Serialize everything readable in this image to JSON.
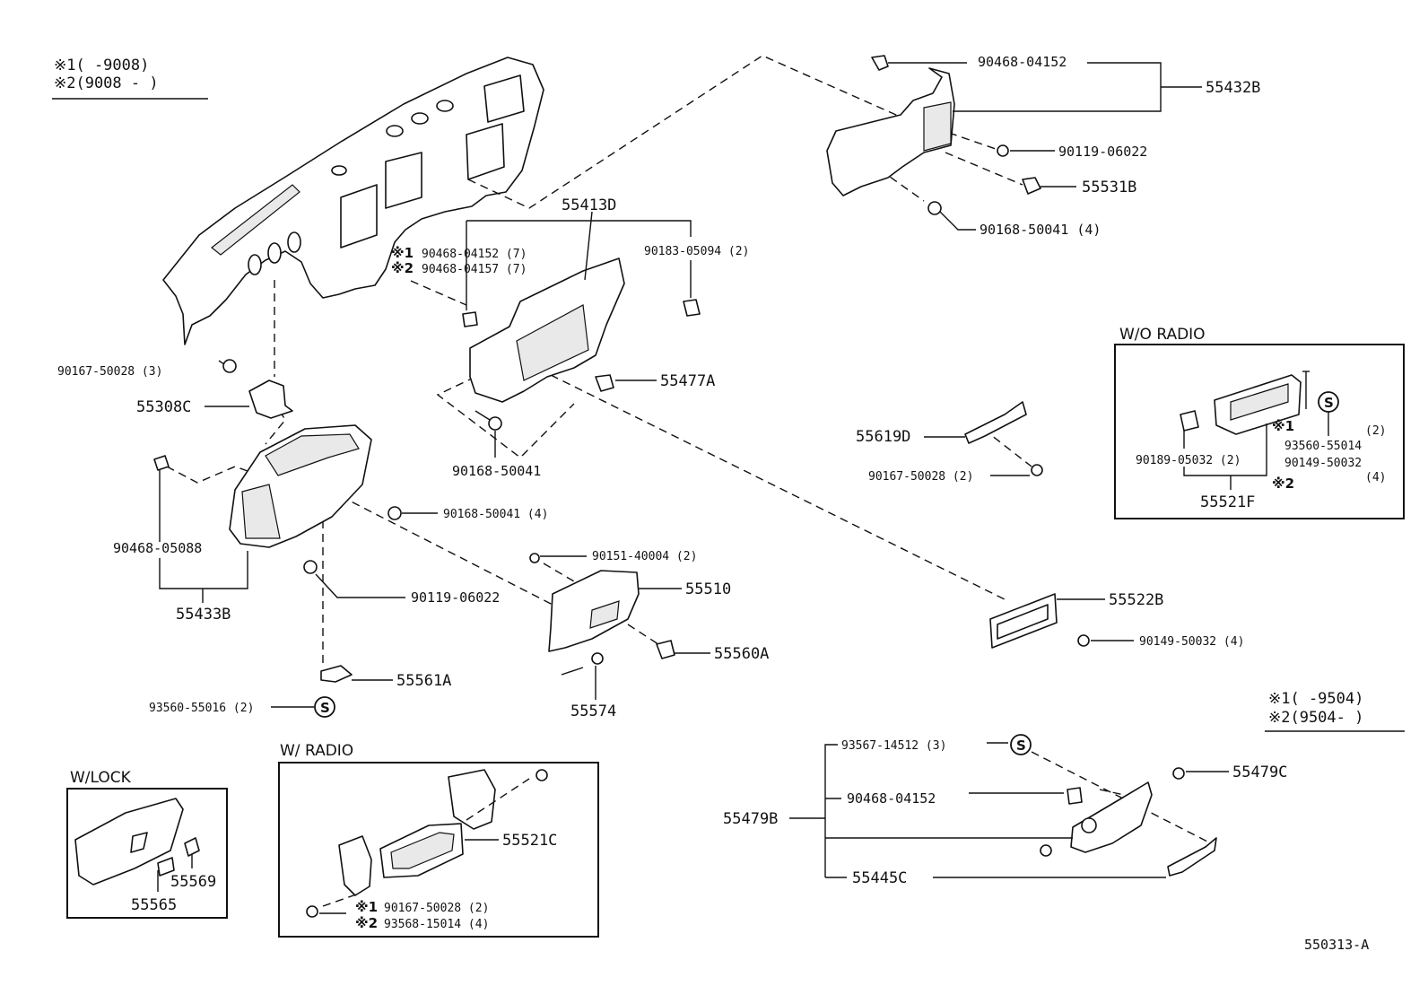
{
  "legend_top_left": {
    "r1": "※1(      -9008)",
    "r2": "※2(9008 -      )"
  },
  "legend_right": {
    "r1": "※1(     -9504)",
    "r2": "※2(9504-      )"
  },
  "boxes": {
    "wo_radio": "W/O RADIO",
    "w_radio": "W/ RADIO",
    "w_lock": "W/LOCK"
  },
  "service_symbol": "S",
  "figure_id": "550313-A",
  "labels": {
    "p90468_04152_top": "90468-04152",
    "p55432B": "55432B",
    "p90119_06022_top": "90119-06022",
    "p55531B": "55531B",
    "p90168_50041_4_top": "90168-50041 (4)",
    "p55413D": "55413D",
    "p90183_05094": "90183-05094 (2)",
    "sym1_a": "※1",
    "p90468_04152_7": "90468-04152 (7)",
    "sym2_a": "※2",
    "p90468_04157_7": "90468-04157 (7)",
    "p90167_50028_3": "90167-50028 (3)",
    "p55308C": "55308C",
    "p55477A": "55477A",
    "p90168_50041": "90168-50041",
    "p90468_05088": "90468-05088",
    "p90168_50041_4_mid": "90168-50041 (4)",
    "p55433B": "55433B",
    "p90119_06022_mid": "90119-06022",
    "p55561A": "55561A",
    "p93560_55016": "93560-55016 (2)",
    "p90151_40004": "90151-40004 (2)",
    "p55510": "55510",
    "p55560A": "55560A",
    "p55574": "55574",
    "p55619D": "55619D",
    "p90167_50028_2_mid": "90167-50028 (2)",
    "p55522B": "55522B",
    "p90149_50032_4_mid": "90149-50032 (4)",
    "p90189_05032": "90189-05032 (2)",
    "sym1_b": "※1",
    "p93560_55014": "93560-55014",
    "p90149_50032": "90149-50032",
    "qty2_b": "(2)",
    "qty4_b": "(4)",
    "sym2_b": "※2",
    "p55521F": "55521F",
    "p93567_14512": "93567-14512 (3)",
    "p90468_04152_low": "90468-04152",
    "p55479B": "55479B",
    "p55445C": "55445C",
    "p55479C": "55479C",
    "p55521C": "55521C",
    "sym1_c": "※1",
    "p90167_50028_2_low": "90167-50028 (2)",
    "sym2_c": "※2",
    "p93568_15014": "93568-15014 (4)",
    "p55565": "55565",
    "p55569": "55569"
  }
}
